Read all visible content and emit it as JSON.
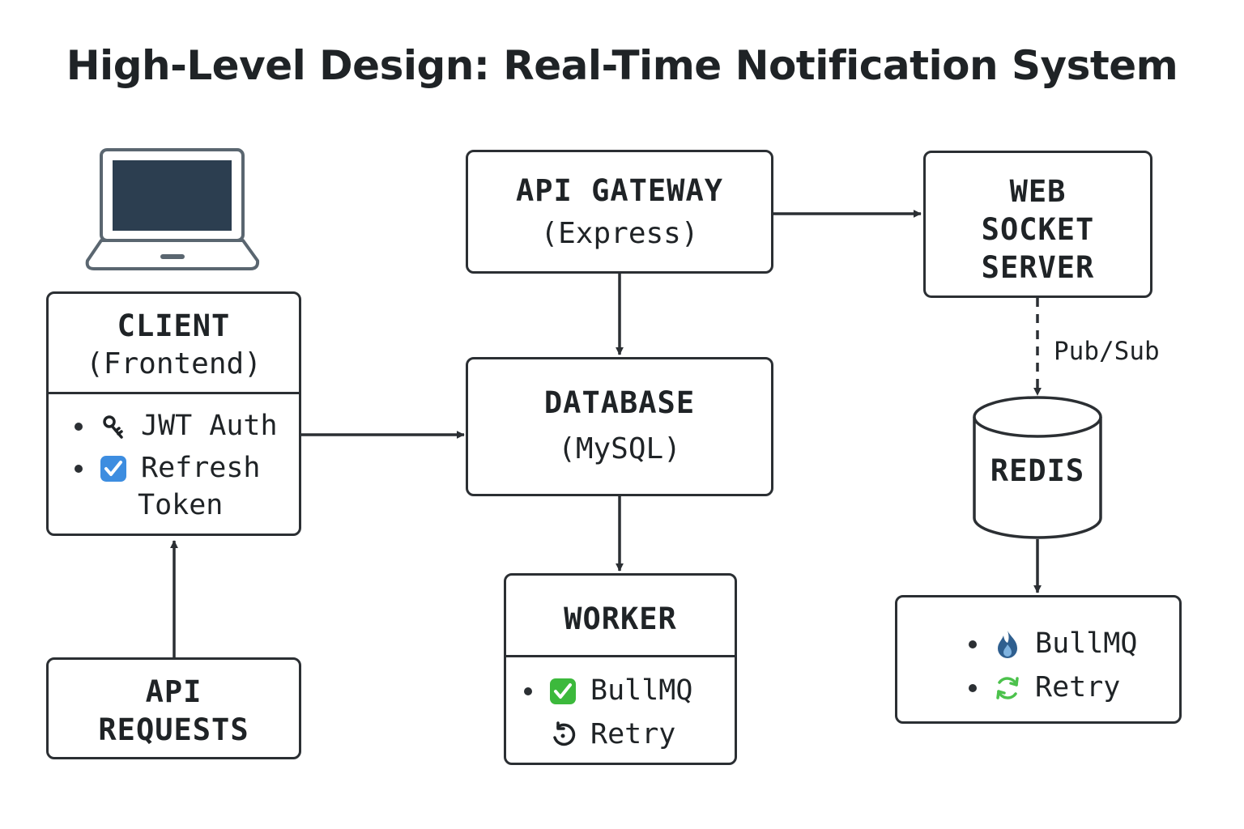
{
  "title": "High-Level Design: Real-Time Notification System",
  "client": {
    "heading": "CLIENT",
    "subheading": "(Frontend)",
    "items": [
      {
        "icon": "key-icon",
        "label": "JWT Auth"
      },
      {
        "icon": "checkbox-icon",
        "label": "Refresh",
        "label_cont": "Token"
      }
    ]
  },
  "api_requests": {
    "line1": "API",
    "line2": "REQUESTS"
  },
  "api_gateway": {
    "heading": "API GATEWAY",
    "subheading": "(Express)"
  },
  "database": {
    "heading": "DATABASE",
    "subheading": "(MySQL)"
  },
  "worker": {
    "heading": "WORKER",
    "items": [
      {
        "icon": "checkmark-icon",
        "label": "BullMQ"
      },
      {
        "icon": "retry-icon",
        "label": "Retry"
      }
    ]
  },
  "websocket": {
    "line1": "WEB",
    "line2": "SOCKET",
    "line3": "SERVER"
  },
  "pubsub_label": "Pub/Sub",
  "redis": {
    "label": "REDIS"
  },
  "queue": {
    "items": [
      {
        "icon": "flame-icon",
        "label": "BullMQ"
      },
      {
        "icon": "refresh-icon",
        "label": "Retry"
      }
    ]
  },
  "colors": {
    "line": "#2b2f33",
    "laptop_screen": "#2c3e50",
    "laptop_frame": "#5a6670",
    "checkbox_blue": "#3d8de0",
    "check_green": "#3cb93c",
    "flame_blue": "#2f5f8f",
    "refresh_green": "#4cc24c"
  }
}
